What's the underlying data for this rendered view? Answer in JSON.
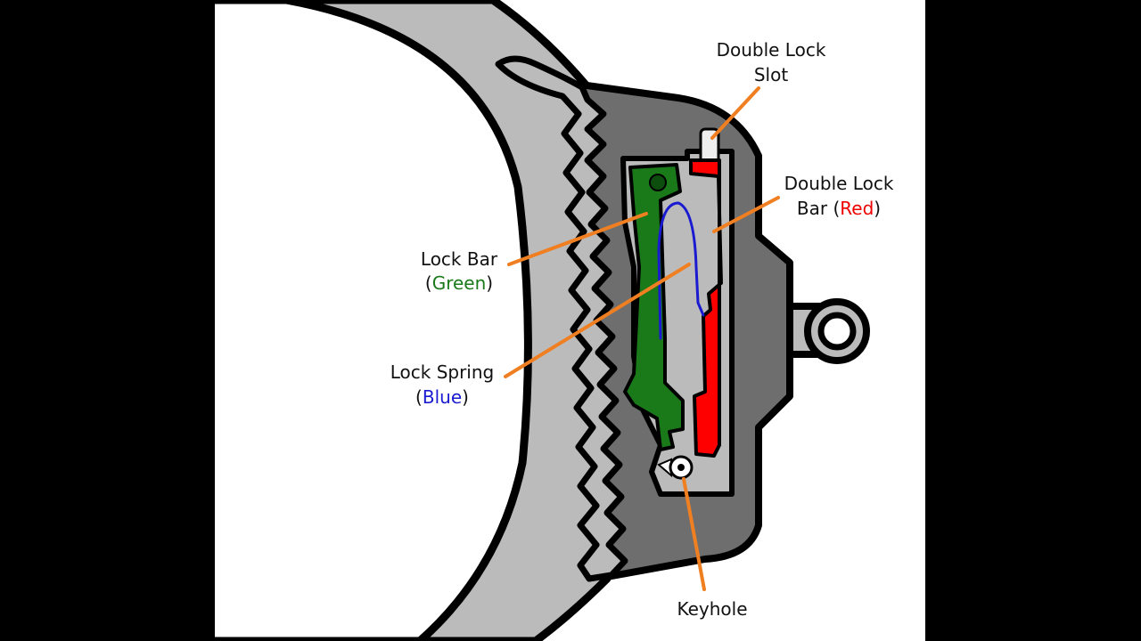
{
  "colors": {
    "background": "#000000",
    "canvas": "#ffffff",
    "cuff": "#bbbbbb",
    "housing": "#6e6e6e",
    "interior": "#bbbbbb",
    "lock_bar": "#1a7a1a",
    "double_lock_bar": "#ff0000",
    "lock_spring": "#1a1ad0",
    "leader": "#f07f22",
    "outline": "#000000"
  },
  "labels": {
    "double_lock_slot": {
      "line1": "Double Lock",
      "line2": "Slot"
    },
    "double_lock_bar": {
      "line1": "Double Lock",
      "line2_prefix": "Bar (",
      "color_word": "Red",
      "line2_suffix": ")"
    },
    "lock_bar": {
      "line1": "Lock Bar",
      "line2_prefix": "(",
      "color_word": "Green",
      "line2_suffix": ")"
    },
    "lock_spring": {
      "line1": "Lock Spring",
      "line2_prefix": "(",
      "color_word": "Blue",
      "line2_suffix": ")"
    },
    "keyhole": {
      "line1": "Keyhole"
    }
  },
  "icons": {
    "ring": "swivel-ring-icon",
    "keyhole": "keyhole-icon"
  }
}
